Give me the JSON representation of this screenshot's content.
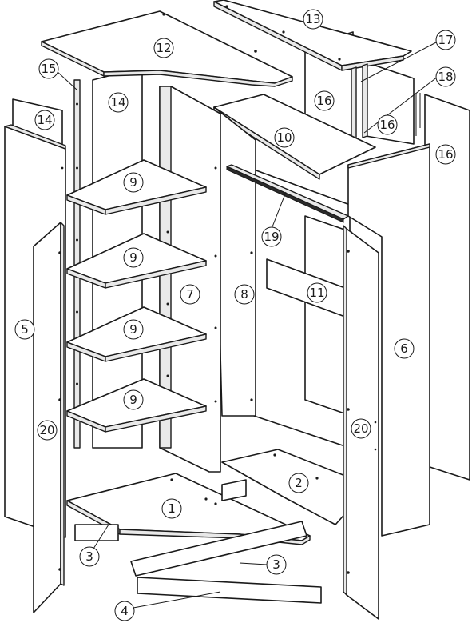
{
  "callouts": [
    {
      "id": "c13",
      "label": "13"
    },
    {
      "id": "c12",
      "label": "12"
    },
    {
      "id": "c17",
      "label": "17"
    },
    {
      "id": "c15",
      "label": "15"
    },
    {
      "id": "c18",
      "label": "18"
    },
    {
      "id": "c14a",
      "label": "14"
    },
    {
      "id": "c14b",
      "label": "14"
    },
    {
      "id": "c16a",
      "label": "16"
    },
    {
      "id": "c16b",
      "label": "16"
    },
    {
      "id": "c16c",
      "label": "16"
    },
    {
      "id": "c10",
      "label": "10"
    },
    {
      "id": "c9a",
      "label": "9"
    },
    {
      "id": "c19",
      "label": "19"
    },
    {
      "id": "c9b",
      "label": "9"
    },
    {
      "id": "c7",
      "label": "7"
    },
    {
      "id": "c8",
      "label": "8"
    },
    {
      "id": "c11",
      "label": "11"
    },
    {
      "id": "c5",
      "label": "5"
    },
    {
      "id": "c9c",
      "label": "9"
    },
    {
      "id": "c6",
      "label": "6"
    },
    {
      "id": "c9d",
      "label": "9"
    },
    {
      "id": "c20a",
      "label": "20"
    },
    {
      "id": "c20b",
      "label": "20"
    },
    {
      "id": "c2",
      "label": "2"
    },
    {
      "id": "c1",
      "label": "1"
    },
    {
      "id": "c3a",
      "label": "3"
    },
    {
      "id": "c3b",
      "label": "3"
    },
    {
      "id": "c4",
      "label": "4"
    }
  ]
}
